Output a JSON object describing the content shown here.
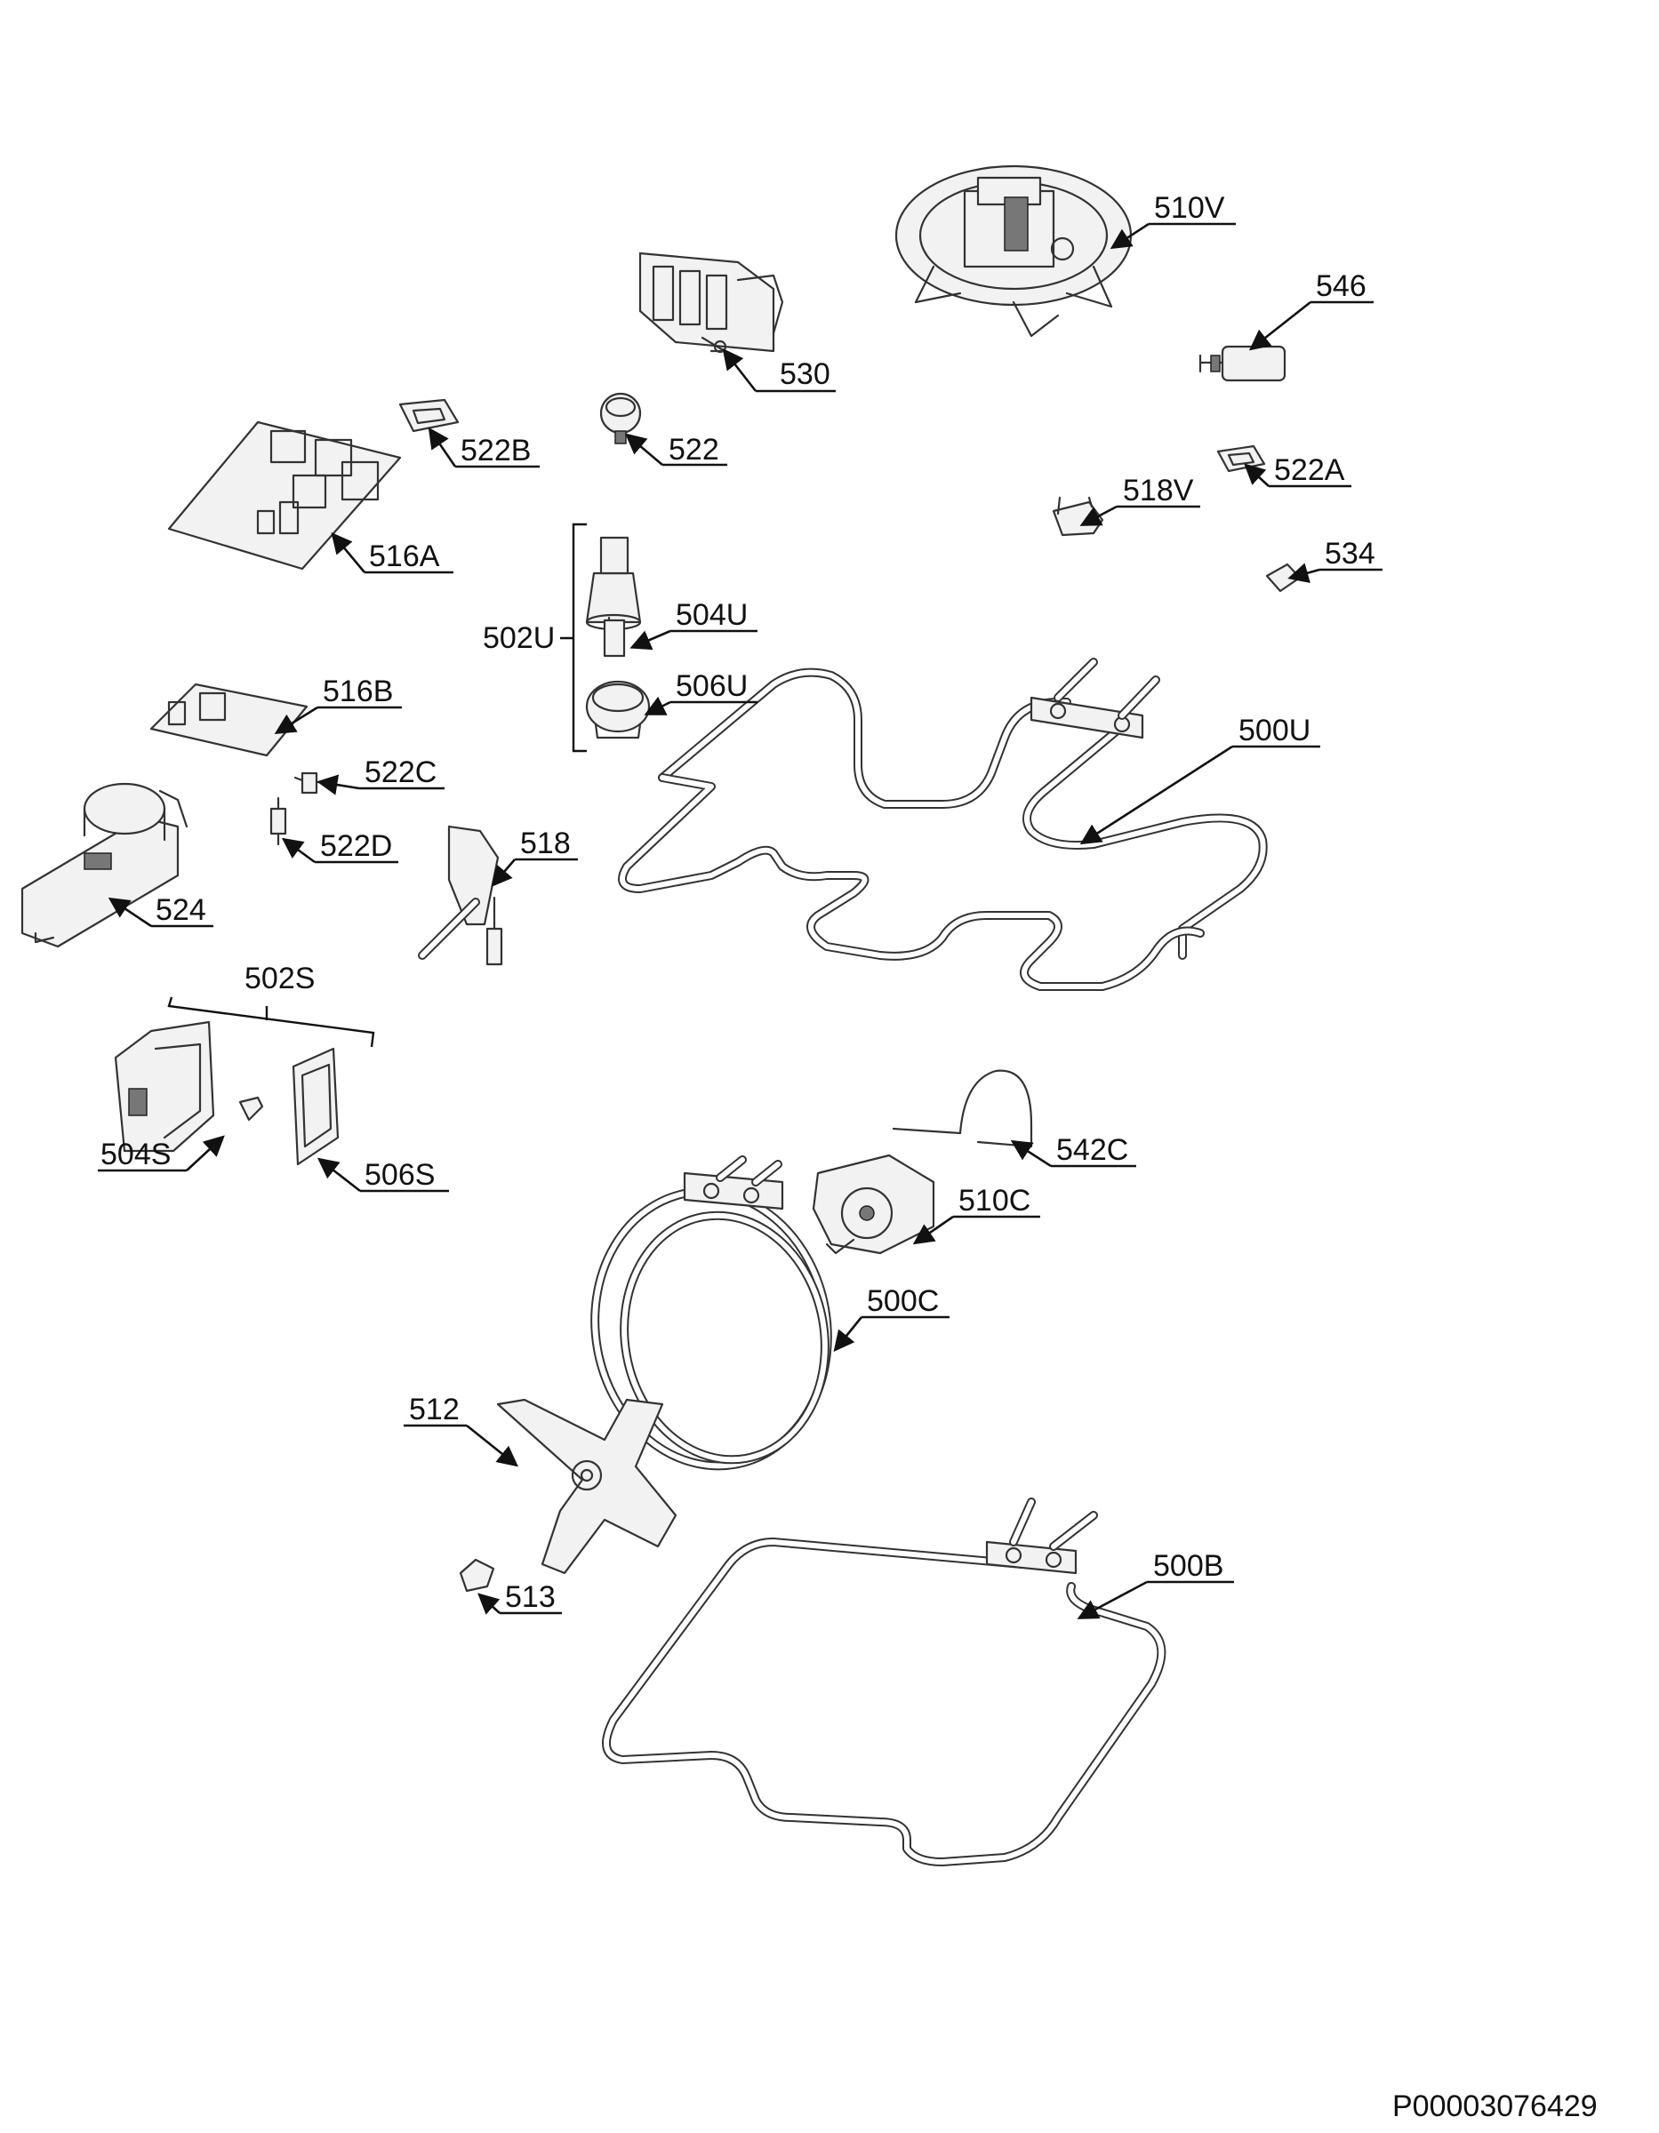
{
  "labels": {
    "p510V": "510V",
    "p546": "546",
    "p530": "530",
    "p522": "522",
    "p522B": "522B",
    "p522A": "522A",
    "p518V": "518V",
    "p534": "534",
    "p516A": "516A",
    "p502U": "502U",
    "p504U": "504U",
    "p506U": "506U",
    "p500U": "500U",
    "p516B": "516B",
    "p522C": "522C",
    "p522D": "522D",
    "p518": "518",
    "p524": "524",
    "p502S": "502S",
    "p504S": "504S",
    "p506S": "506S",
    "p542C": "542C",
    "p510C": "510C",
    "p500C": "500C",
    "p512": "512",
    "p513": "513",
    "p500B": "500B"
  },
  "document_code": "P00003076429"
}
